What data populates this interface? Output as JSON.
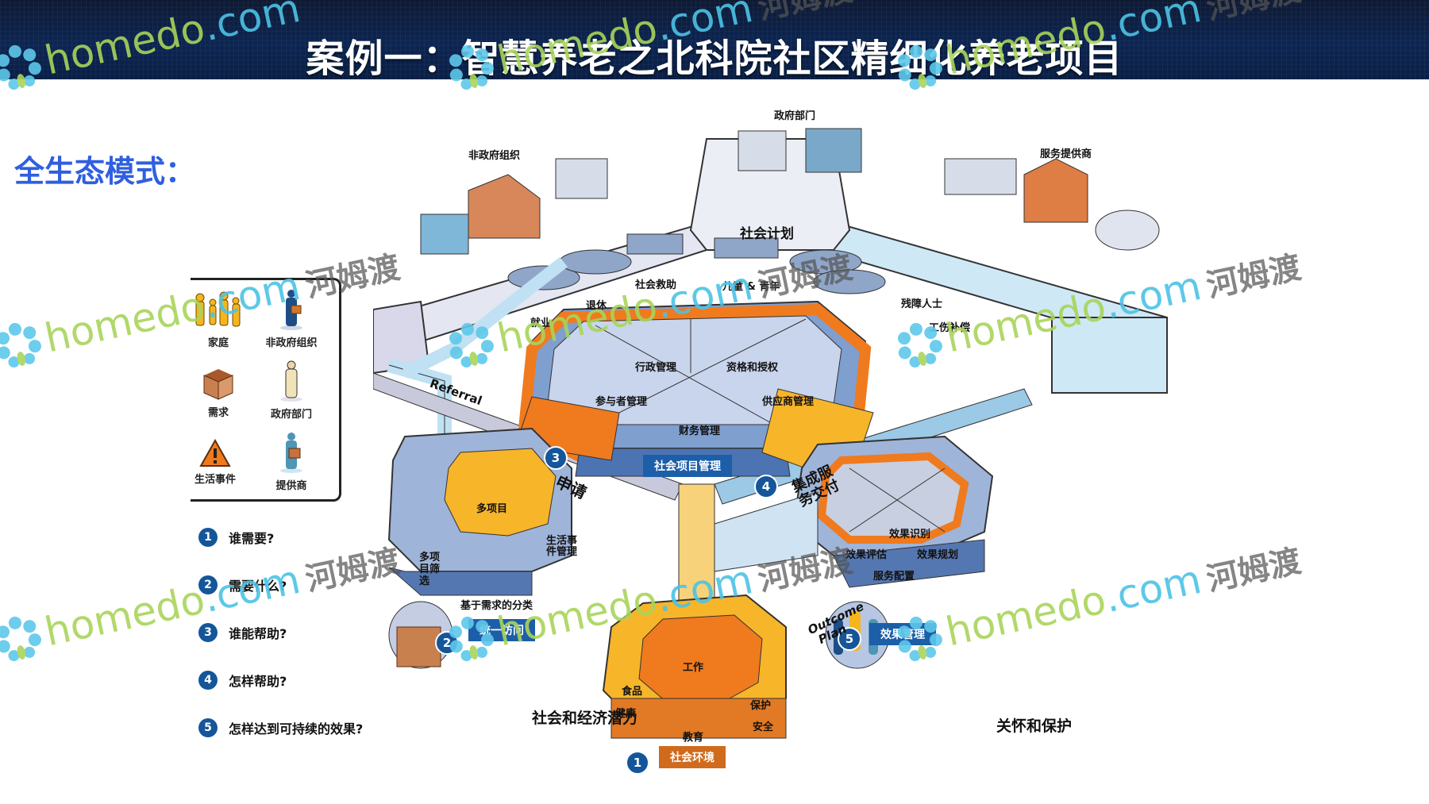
{
  "header": {
    "title": "案例一：智慧养老之北科院社区精细化养老项目"
  },
  "subtitle": "全生态模式：",
  "legend": {
    "items": [
      {
        "label": "家庭",
        "icon": "family-icon"
      },
      {
        "label": "非政府组织",
        "icon": "ngo-person-icon"
      },
      {
        "label": "需求",
        "icon": "box-icon"
      },
      {
        "label": "政府部门",
        "icon": "government-person-icon"
      },
      {
        "label": "生活事件",
        "icon": "warning-icon"
      },
      {
        "label": "提供商",
        "icon": "provider-person-icon"
      }
    ]
  },
  "questions": [
    {
      "num": "1",
      "text": "谁需要?"
    },
    {
      "num": "2",
      "text": "需要什么?"
    },
    {
      "num": "3",
      "text": "谁能帮助?"
    },
    {
      "num": "4",
      "text": "怎样帮助?"
    },
    {
      "num": "5",
      "text": "怎样达到可持续的效果?"
    }
  ],
  "diagram": {
    "top_labels": {
      "ngo": "非政府组织",
      "government": "政府部门",
      "service_provider": "服务提供商",
      "social_plan": "社会计划"
    },
    "programs": [
      "就业",
      "退休",
      "社会救助",
      "儿童 & 青年",
      "残障人士",
      "工伤补偿"
    ],
    "referral": "Referral",
    "outcome_plan": [
      "Outcome",
      "Plan"
    ],
    "center": {
      "segments": [
        "行政管理",
        "资格和授权",
        "参与者管理",
        "供应商管理",
        "财务管理"
      ],
      "bar": "社会项目管理",
      "badge": "3",
      "apply_ribbon": "申请",
      "badge4": "4",
      "delivery_ribbon": "集成服务交付"
    },
    "access": {
      "labels": [
        "多项目",
        "多项目筛选",
        "生活事件管理",
        "基于需求的分类"
      ],
      "bar": "统一访问",
      "badge": "2"
    },
    "outcome": {
      "segments": [
        "效果识别",
        "效果评估",
        "效果规划",
        "服务配置"
      ],
      "bar": "效果管理",
      "badge": "5"
    },
    "environment": {
      "labels": [
        "工作",
        "食品",
        "健康",
        "保护",
        "安全",
        "教育"
      ],
      "bar": "社会环境",
      "badge": "1"
    },
    "side_captions": {
      "left": "社会和经济潜力",
      "right": "关怀和保护"
    }
  },
  "watermark": {
    "brand": "homedo",
    "domain": ".com",
    "cn": "河姆渡"
  },
  "colors": {
    "header_bg": "#0c2552",
    "subtitle": "#2f5fe0",
    "badge_blue": "#15569a",
    "orange": "#f07a1e",
    "amber": "#f7b52a",
    "platform_blue": "#7f9fcf",
    "light_blue": "#bfe1f3"
  }
}
